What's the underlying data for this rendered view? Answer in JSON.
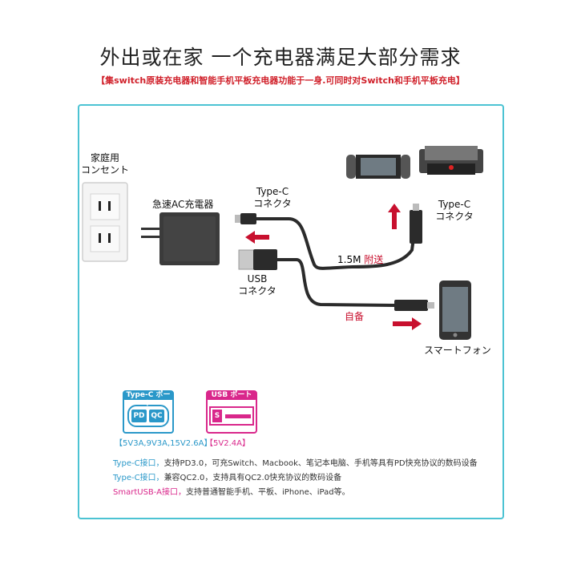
{
  "header": {
    "title": "外出或在家  一个充电器满足大部分需求",
    "subtitle": "【集switch原装充电器和智能手机平板充电器功能于一身.可同时对Switch和手机平板充电】"
  },
  "diagram": {
    "outlet_label_1": "家庭用",
    "outlet_label_2": "コンセント",
    "charger_label": "急速AC充電器",
    "typec_left_1": "Type-C",
    "typec_left_2": "コネクタ",
    "usb_left_1": "USB",
    "usb_left_2": "コネクタ",
    "typec_right_1": "Type-C",
    "typec_right_2": "コネクタ",
    "cable_length": "1.5M",
    "cable_included": "附送",
    "self_prepared": "自备",
    "smartphone_label": "スマートフォン"
  },
  "ports": {
    "typec_title": "Type-C ポート",
    "typec_pd": "PD",
    "typec_qc": "QC",
    "typec_spec": "【5V3A,9V3A,15V2.6A】",
    "usb_title": "USB ポート",
    "usb_s": "S",
    "usb_spec": "【5V2.4A】"
  },
  "notes": [
    {
      "key": "Type-C接口，",
      "text": "支持PD3.0，可充Switch、Macbook、笔记本电脑、手机等具有PD快充协议的数码设备"
    },
    {
      "key": "Type-C接口，",
      "text": "兼容QC2.0，支持具有QC2.0快充协议的数码设备"
    },
    {
      "key": "SmartUSB-A接口，",
      "text": "支持普通智能手机、平板、iPhone、iPad等。"
    }
  ],
  "colors": {
    "accent_red": "#c8102e",
    "panel_border": "#4cc3d3",
    "typec_blue": "#2a98c9",
    "usb_pink": "#d9278b"
  }
}
